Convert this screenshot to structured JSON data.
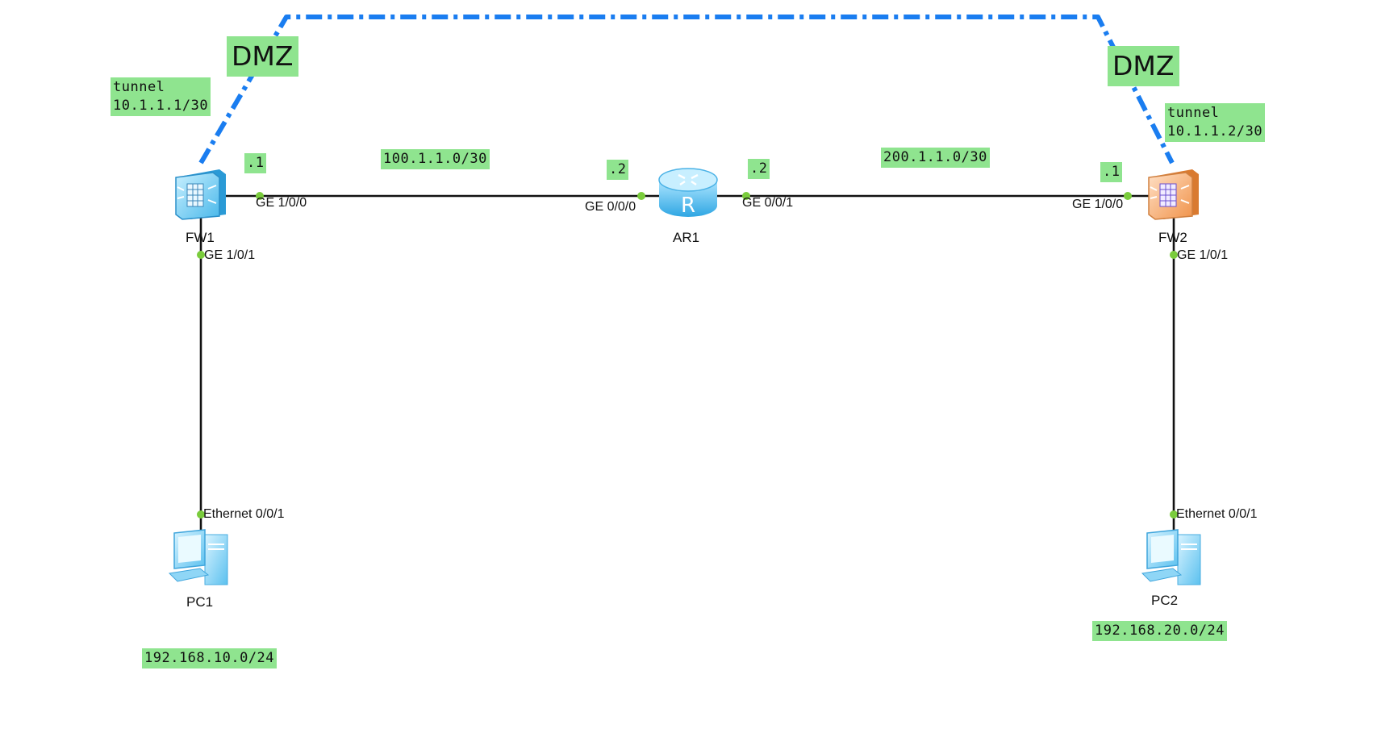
{
  "devices": {
    "fw1": "FW1",
    "fw2": "FW2",
    "ar1": "AR1",
    "pc1": "PC1",
    "pc2": "PC2"
  },
  "ports": {
    "fw1_ge100": "GE 1/0/0",
    "fw1_ge101": "GE 1/0/1",
    "ar1_ge000": "GE 0/0/0",
    "ar1_ge001": "GE 0/0/1",
    "fw2_ge100": "GE 1/0/0",
    "fw2_ge101": "GE 1/0/1",
    "pc1_eth": "Ethernet 0/0/1",
    "pc2_eth": "Ethernet 0/0/1"
  },
  "labels": {
    "dmz_left": "DMZ",
    "dmz_right": "DMZ",
    "tunnel_left": "tunnel\n10.1.1.1/30",
    "tunnel_right": "tunnel\n10.1.1.2/30",
    "fw1_host": ".1",
    "ar1_left_host": ".2",
    "ar1_right_host": ".2",
    "fw2_host": ".1",
    "net_left": "100.1.1.0/30",
    "net_right": "200.1.1.0/30",
    "lan_left": "192.168.10.0/24",
    "lan_right": "192.168.20.0/24"
  },
  "colors": {
    "tunnel_line": "#1a7df0",
    "label_bg": "#8fe48f",
    "link_line": "#111111",
    "port_dot": "#7acc3c"
  },
  "icons": {
    "fw1": "firewall-icon",
    "fw2": "firewall-icon",
    "ar1": "router-icon",
    "pc1": "pc-icon",
    "pc2": "pc-icon"
  }
}
